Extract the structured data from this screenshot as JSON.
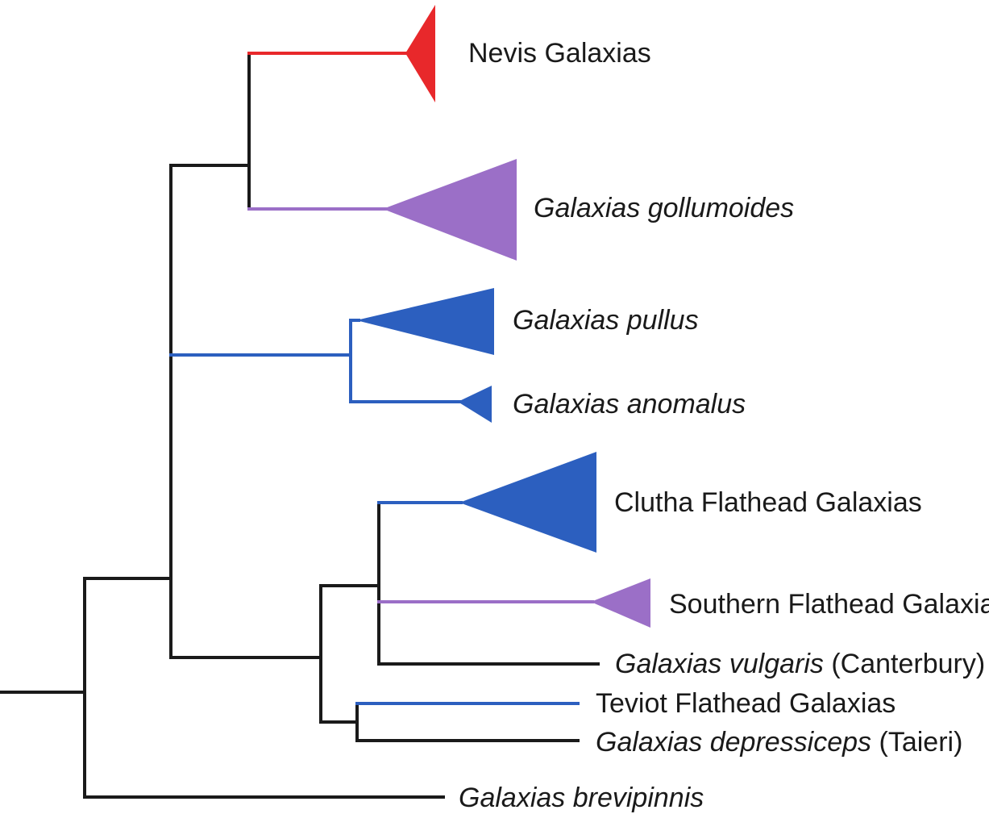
{
  "colors": {
    "black": "#1a1a1a",
    "red": "#e8282b",
    "purple": "#9b6fc7",
    "blue": "#2c5fbf"
  },
  "taxa": {
    "nevis": "Nevis Galaxias",
    "gollumoides": "Galaxias gollumoides",
    "pullus": "Galaxias pullus",
    "anomalus": "Galaxias anomalus",
    "clutha": "Clutha Flathead Galaxias",
    "southern": "Southern Flathead Galaxias",
    "vulgaris_name": "Galaxias vulgaris",
    "vulgaris_locality": " (Canterbury)",
    "teviot": "Teviot Flathead Galaxias",
    "depressiceps_name": "Galaxias depressiceps",
    "depressiceps_locality": " (Taieri)",
    "brevipinnis": "Galaxias brevipinnis"
  }
}
